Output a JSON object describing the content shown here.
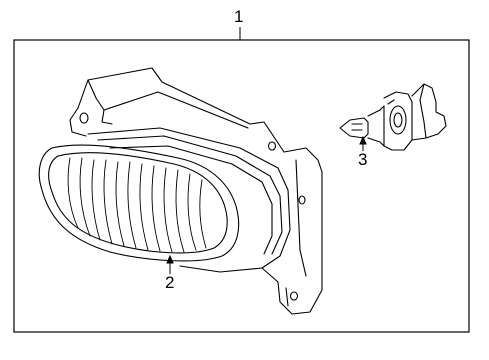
{
  "diagram": {
    "callouts": [
      {
        "id": "1",
        "label": "1",
        "part": "fog-lamp-assembly"
      },
      {
        "id": "2",
        "label": "2",
        "part": "fog-lamp-housing"
      },
      {
        "id": "3",
        "label": "3",
        "part": "fog-lamp-bulb"
      }
    ],
    "colors": {
      "stroke": "#000000",
      "background": "#ffffff"
    }
  }
}
